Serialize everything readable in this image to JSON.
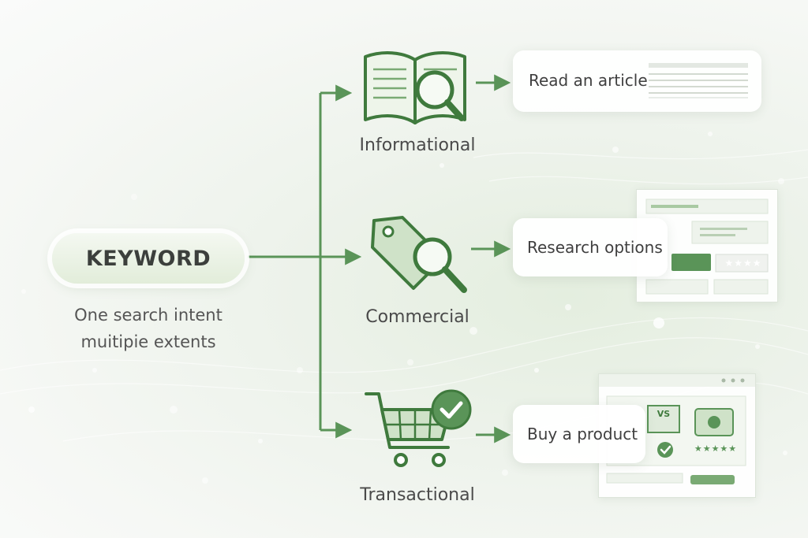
{
  "keyword": {
    "label": "KEYWORD",
    "caption_line1": "One search intent",
    "caption_line2": "muitipie extents"
  },
  "intents": [
    {
      "label": "Informational",
      "icon": "book-magnifier-icon",
      "result": "Read an article"
    },
    {
      "label": "Commercial",
      "icon": "price-tag-magnifier-icon",
      "result": "Research options"
    },
    {
      "label": "Transactional",
      "icon": "shopping-cart-check-icon",
      "result": "Buy a product"
    }
  ],
  "mockups": {
    "vs_badge": "VS",
    "stars": "★★★★",
    "rating_stars": "★★★★★"
  },
  "colors": {
    "accent": "#5a9458",
    "accent_dark": "#3f7a3d",
    "accent_light": "#c9dfc2",
    "text": "#444444"
  }
}
